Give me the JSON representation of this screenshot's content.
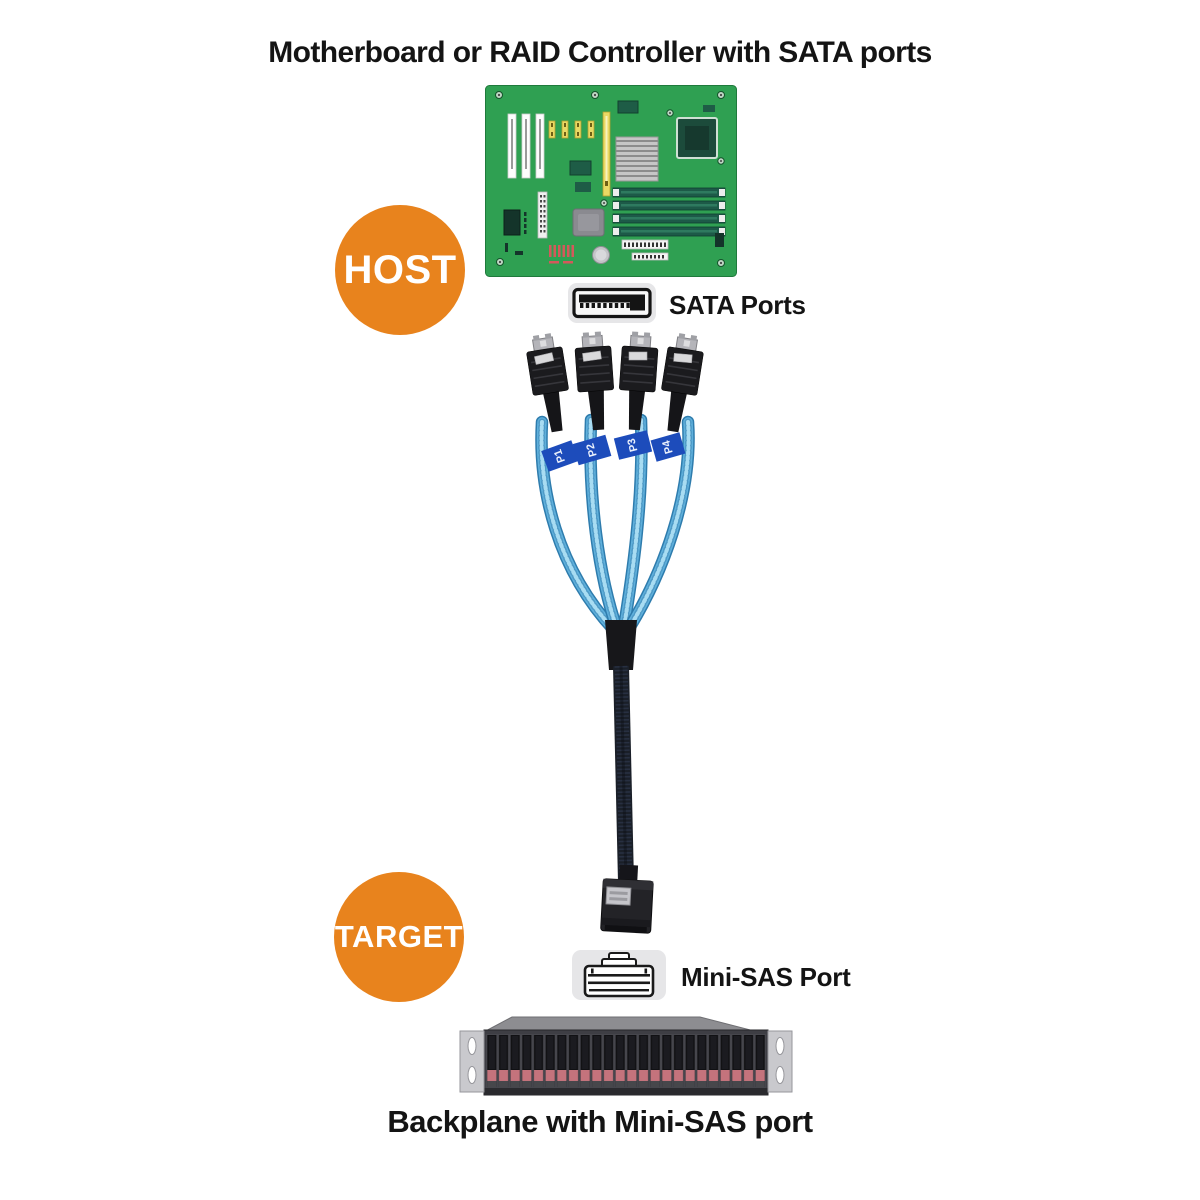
{
  "title_top": "Motherboard or RAID Controller with SATA ports",
  "host_badge": {
    "label": "HOST"
  },
  "target_badge": {
    "label": "TARGET"
  },
  "sata_ports": {
    "label": "SATA Ports"
  },
  "mini_sas_port": {
    "label": "Mini-SAS Port"
  },
  "backplane": {
    "label": "Backplane with Mini-SAS port",
    "drive_bays": 24
  },
  "cable_labels": [
    "P1",
    "P2",
    "P3",
    "P4"
  ],
  "icons": {
    "sata_port_icon": "sata-port-icon",
    "mini_sas_port_icon": "mini-sas-port-icon",
    "motherboard_illustration": "motherboard-illustration",
    "backplane_illustration": "backplane-illustration",
    "cable_illustration": "sata-to-minisas-cable-illustration"
  },
  "colors": {
    "badge_orange": "#E8831D",
    "pcb_green": "#2FA052",
    "cable_blue": "#5FB0DC",
    "cable_blue_dark": "#2E7CAD",
    "flag_blue": "#1D4CBB",
    "icon_bg_gray": "#E6E6E8",
    "backplane_tab_red": "#C4737C",
    "text_black": "#141414"
  }
}
